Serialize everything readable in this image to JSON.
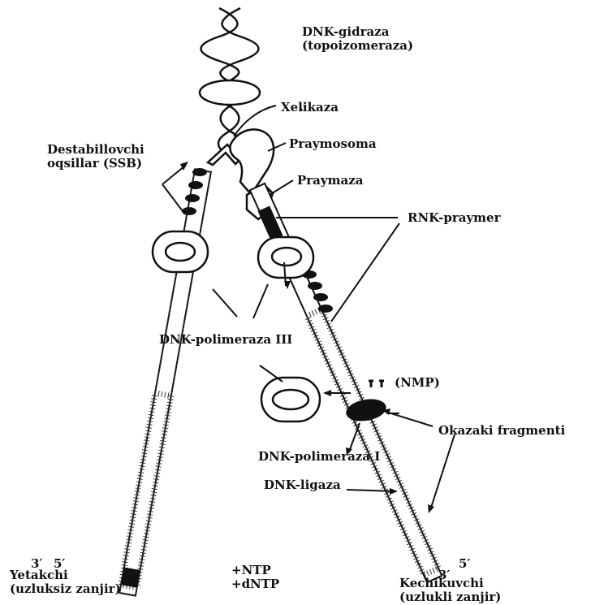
{
  "labels": {
    "gidraza": [
      "DNK-gidraza",
      "(topoizomeraza)"
    ],
    "xelikaza": "Xelikaza",
    "destab": [
      "Destabillovchi",
      "oqsillar (SSB)"
    ],
    "praymosoma": "Praymosoma",
    "praymaza": "Praymaza",
    "rnk_praymer": "RNK-praymer",
    "pol3": "DNK-polimeraza III",
    "nmp": "(NMP)",
    "pol1": "DNK-polimeraza I",
    "okazaki": "Okazaki fragmenti",
    "ligaza": "DNK-ligaza",
    "lead_3": "3′",
    "lead_5": "5′",
    "lead_name": [
      "Yetakchi",
      "(uzluksiz zanjir)"
    ],
    "ntp": [
      "+NTP",
      "+dNTP"
    ],
    "lag_3": "3′",
    "lag_5": "5′",
    "lag_name": [
      "Kechikuvchi",
      "(uzlukli zanjir)"
    ]
  },
  "colors": {
    "ink": "#111111",
    "fill": "#ffffff"
  }
}
